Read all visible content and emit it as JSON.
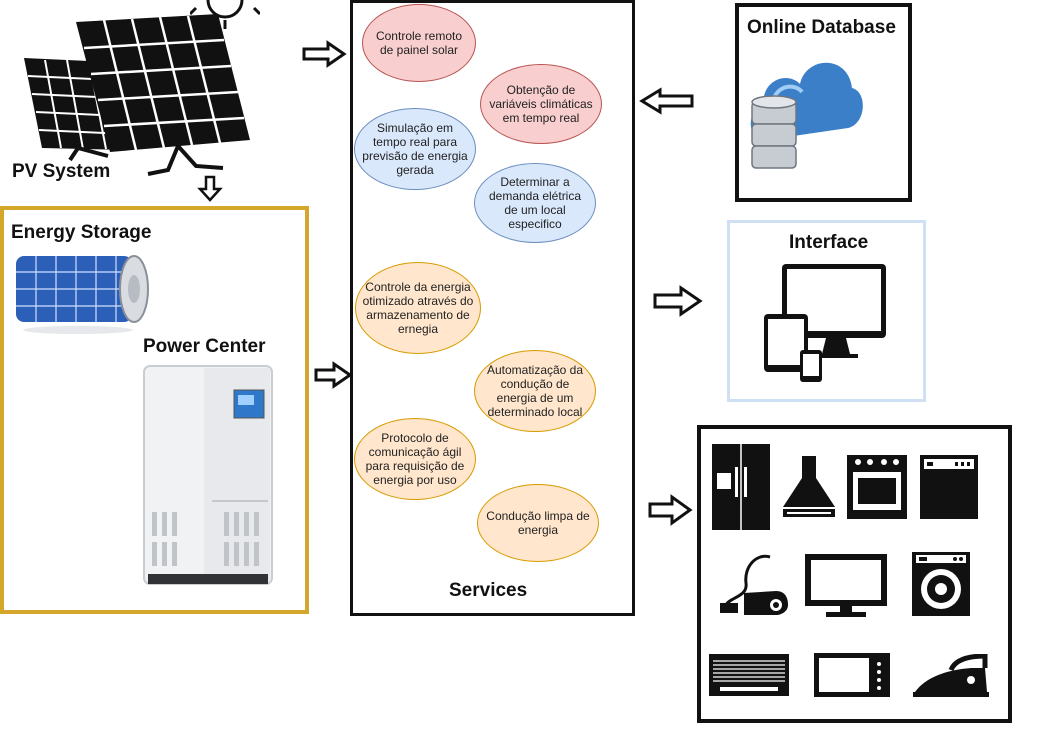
{
  "pv_system": {
    "label": "PV System"
  },
  "energy_storage": {
    "label": "Energy Storage"
  },
  "power_center": {
    "label": "Power Center"
  },
  "services": {
    "label": "Services",
    "items": [
      "Controle remoto de painel solar",
      "Obtenção de variáveis climáticas em tempo real",
      "Simulação em tempo real para previsão de energia gerada",
      "Determinar a demanda elétrica de um local especifico",
      "Controle da energia otimizado através do armazenamento de ernegia",
      "Automatização da condução de energia de um determinado local",
      "Protocolo de comunicação ágil para requisição de energia por uso",
      "Condução limpa de energia"
    ]
  },
  "online_database": {
    "label": "Online Database"
  },
  "interface": {
    "label": "Interface"
  },
  "colors": {
    "storage_border": "#d4a72c",
    "service_pink": "#f8cece",
    "service_blue": "#dae8fc",
    "service_orange": "#ffe6cc",
    "interface_border": "#cfe0f5"
  },
  "icons": [
    "solar-panel-icon",
    "sun-icon",
    "battery-icon",
    "power-center-cabinet-icon",
    "cloud-database-icon",
    "devices-icon",
    "refrigerator-icon",
    "range-hood-icon",
    "oven-icon",
    "dishwasher-icon",
    "vacuum-cleaner-icon",
    "tv-icon",
    "washing-machine-icon",
    "air-conditioner-icon",
    "microwave-icon",
    "iron-icon"
  ]
}
